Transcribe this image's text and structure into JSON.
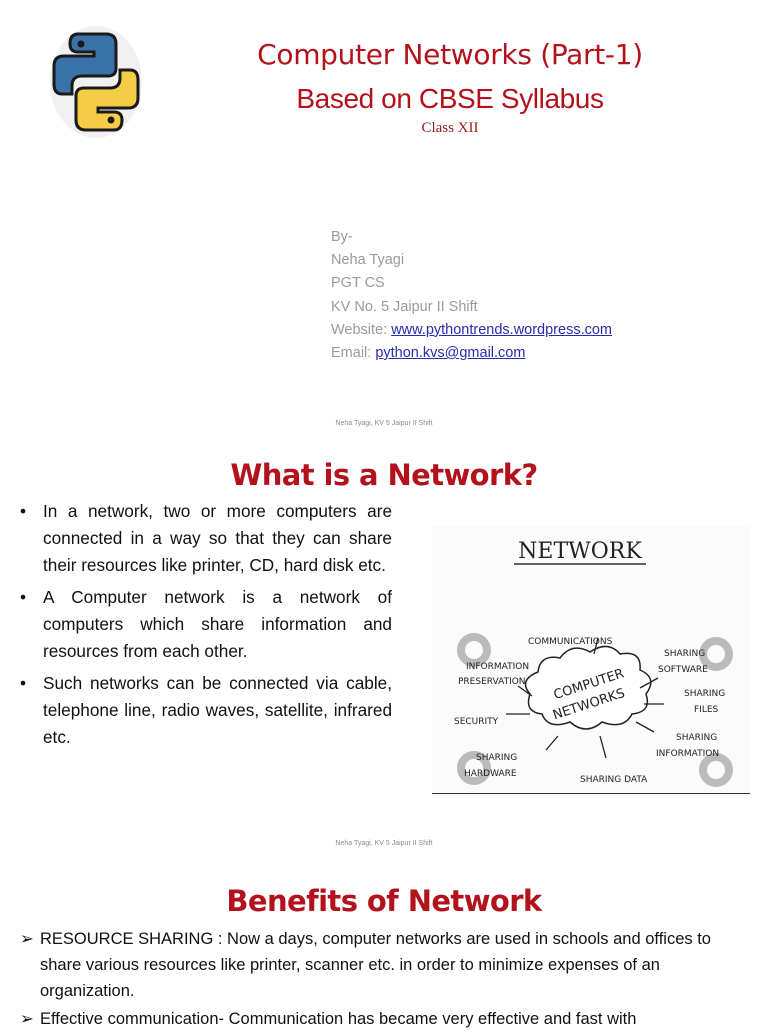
{
  "slide1": {
    "title": "Computer Networks  (Part-1)",
    "subtitle": "Based on CBSE Syllabus",
    "class_label": "Class XII",
    "logo_icon": "python-logo-icon",
    "author": {
      "by": "By-",
      "name": "Neha Tyagi",
      "designation": "PGT CS",
      "school": "KV No. 5 Jaipur II Shift",
      "website_label": "Website: ",
      "website": "www.pythontrends.wordpress.com",
      "email_label": "Email: ",
      "email": "python.kvs@gmail.com"
    },
    "footer": "Neha Tyagi, KV 5 Jaipur II Shift"
  },
  "slide2": {
    "title": "What is a Network?",
    "bullets": [
      "In a network, two or more computers are connected in a way so that they can share their resources like printer, CD, hard disk etc.",
      "A Computer network is a network of computers which share information and resources from each other.",
      "Such networks can be connected via cable, telephone line, radio waves, satellite, infrared etc."
    ],
    "bullet_glyph": "•",
    "figure": {
      "heading": "NETWORK",
      "center": [
        "COMPUTER",
        "NETWORKS"
      ],
      "labels": {
        "communications": "COMMUNICATIONS",
        "info_pres_1": "INFORMATION",
        "info_pres_2": "PRESERVATION",
        "sharing_software_1": "SHARING",
        "sharing_software_2": "SOFTWARE",
        "sharing_files_1": "SHARING",
        "sharing_files_2": "FILES",
        "security": "SECURITY",
        "sharing_info_1": "SHARING",
        "sharing_info_2": "INFORMATION",
        "sharing_hw_1": "SHARING",
        "sharing_hw_2": "HARDWARE",
        "sharing_data": "SHARING DATA"
      }
    },
    "footer": "Neha Tyagi, KV 5 Jaipur II Shift"
  },
  "slide3": {
    "title": "Benefits of Network",
    "arrow_glyph": "➢",
    "bullets": [
      "RESOURCE SHARING : Now a days, computer networks are used in schools and offices to share various resources like printer, scanner etc. in order to minimize expenses of an organization.",
      "Effective communication- Communication has became  very effective  and fast with"
    ]
  },
  "colors": {
    "title_red": "#b3121c",
    "author_gray": "#9a9a9a",
    "link_blue": "#2a2ab0",
    "python_blue": "#3a73a8",
    "python_yellow": "#f5cc45"
  }
}
